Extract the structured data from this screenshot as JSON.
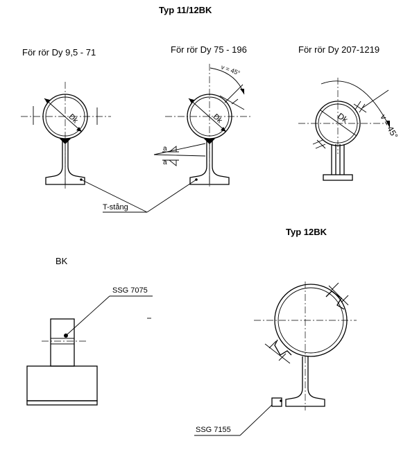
{
  "titles": {
    "typ_11_12bk": "Typ 11/12BK",
    "typ_12bk": "Typ 12BK",
    "bk": "BK"
  },
  "labels": {
    "for_ror_1": "För rör Dy 9,5 - 71",
    "for_ror_2": "För rör Dy 75 - 196",
    "for_ror_3": "För rör Dy 207-1219",
    "dk": "Dk",
    "angle_45": "v = 45°",
    "weld_a": "a",
    "t_stang": "T-stång",
    "ssg_7075": "SSG 7075",
    "ssg_7155": "SSG 7155"
  }
}
